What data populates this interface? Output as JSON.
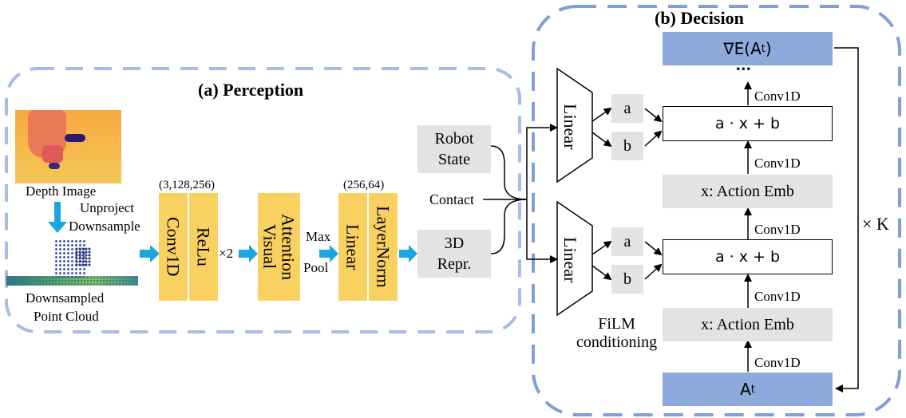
{
  "perception": {
    "title": "(a) Perception",
    "depth_image_label": "Depth Image",
    "unproject": "Unproject",
    "downsample": "Downsample",
    "point_cloud_line1": "Downsampled",
    "point_cloud_line2": "Point Cloud",
    "dim1": "(3,128,256)",
    "conv1d": "Conv1D",
    "relu": "ReLu",
    "times2": "×2",
    "visual_attention_line1": "Visual",
    "visual_attention_line2": "Attention",
    "max": "Max",
    "pool": "Pool",
    "dim2": "(256,64)",
    "linear": "Linear",
    "layernorm": "LayerNorm"
  },
  "inputs": {
    "robot_state_line1": "Robot",
    "robot_state_line2": "State",
    "contact": "Contact",
    "repr_line1": "3D",
    "repr_line2": "Repr."
  },
  "decision": {
    "title": "(b) Decision",
    "grad_energy": "∇E(A",
    "grad_energy_sub": "t",
    "grad_energy_close": ")",
    "dots": "...",
    "conv1d_label": "Conv1D",
    "linear": "Linear",
    "a": "a",
    "b": "b",
    "ax_plus_b": "a · x + b",
    "action_emb": "x: Action Emb",
    "film_line1": "FiLM",
    "film_line2": "conditioning",
    "at": "A",
    "at_sub": "t",
    "times_k": "× K"
  },
  "colors": {
    "yellow": "#f9d160",
    "gray": "#e3e3e3",
    "blue": "#8eaadb",
    "arrow_cyan": "#1aa6e0",
    "dashed_border": "#a7bde2"
  }
}
